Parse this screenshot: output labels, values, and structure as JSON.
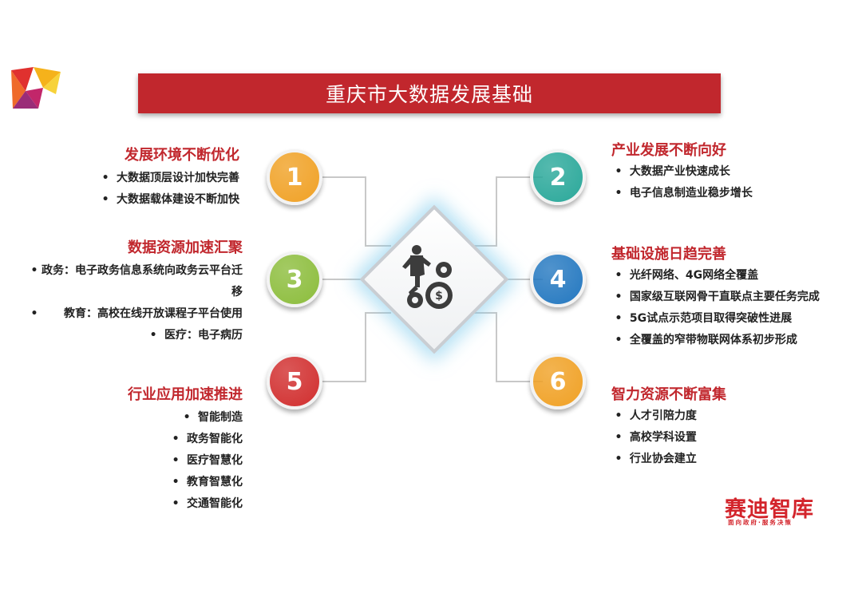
{
  "title": "重庆市大数据发展基础",
  "center": {
    "icon": "businessman-gears-icon"
  },
  "sections": [
    {
      "number": "1",
      "color": "#f0a125",
      "title": "发展环境不断优化",
      "items": [
        "大数据顶层设计加快完善",
        "大数据载体建设不断加快"
      ]
    },
    {
      "number": "2",
      "color": "#2aa89a",
      "title": "产业发展不断向好",
      "items": [
        "大数据产业快速成长",
        "电子信息制造业稳步增长"
      ]
    },
    {
      "number": "3",
      "color": "#8cbd3c",
      "title": "数据资源加速汇聚",
      "items": [
        "政务：电子政务信息系统向政务云平台迁移",
        "教育：高校在线开放课程子平台使用",
        "医疗：电子病历"
      ]
    },
    {
      "number": "4",
      "color": "#2478c0",
      "title": "基础设施日趋完善",
      "items": [
        "光纤网络、4G网络全覆盖",
        "国家级互联网骨干直联点主要任务完成",
        "5G试点示范项目取得突破性进展",
        "全覆盖的窄带物联网体系初步形成"
      ]
    },
    {
      "number": "5",
      "color": "#d12e2e",
      "title": "行业应用加速推进",
      "items": [
        "智能制造",
        "政务智能化",
        "医疗智慧化",
        "教育智慧化",
        "交通智能化"
      ]
    },
    {
      "number": "6",
      "color": "#f0a125",
      "title": "智力资源不断富集",
      "items": [
        "人才引陪力度",
        "高校学科设置",
        "行业协会建立"
      ]
    }
  ],
  "logo": {
    "name": "赛迪智库",
    "slogan": "面向政府·服务决策",
    "accent": "#d3242b"
  },
  "colors": {
    "title_bar": "#c1272d",
    "heading": "#c1272d"
  }
}
